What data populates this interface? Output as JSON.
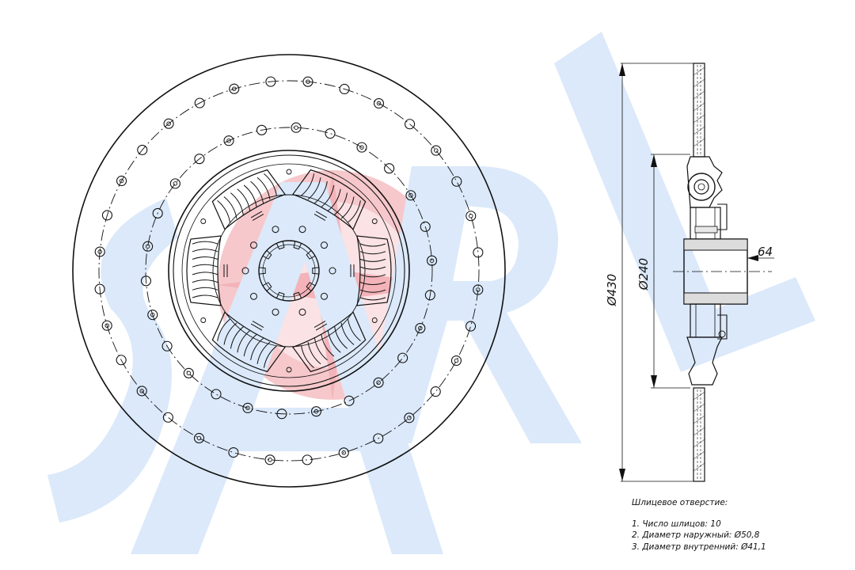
{
  "drawing": {
    "dimensions": {
      "outer_diameter": "Ø430",
      "hub_diameter": "Ø240",
      "hub_width": "64"
    },
    "notes": {
      "title": "Шлицевое отверстие:",
      "items": [
        "1. Число шлицов: 10",
        "2. Диаметр наружный: Ø50,8",
        "3. Диаметр внутренний: Ø41,1"
      ]
    }
  },
  "watermark": {
    "text": "SARL",
    "color": "#dbe9fa",
    "logo_color": "#f6c8cb"
  }
}
